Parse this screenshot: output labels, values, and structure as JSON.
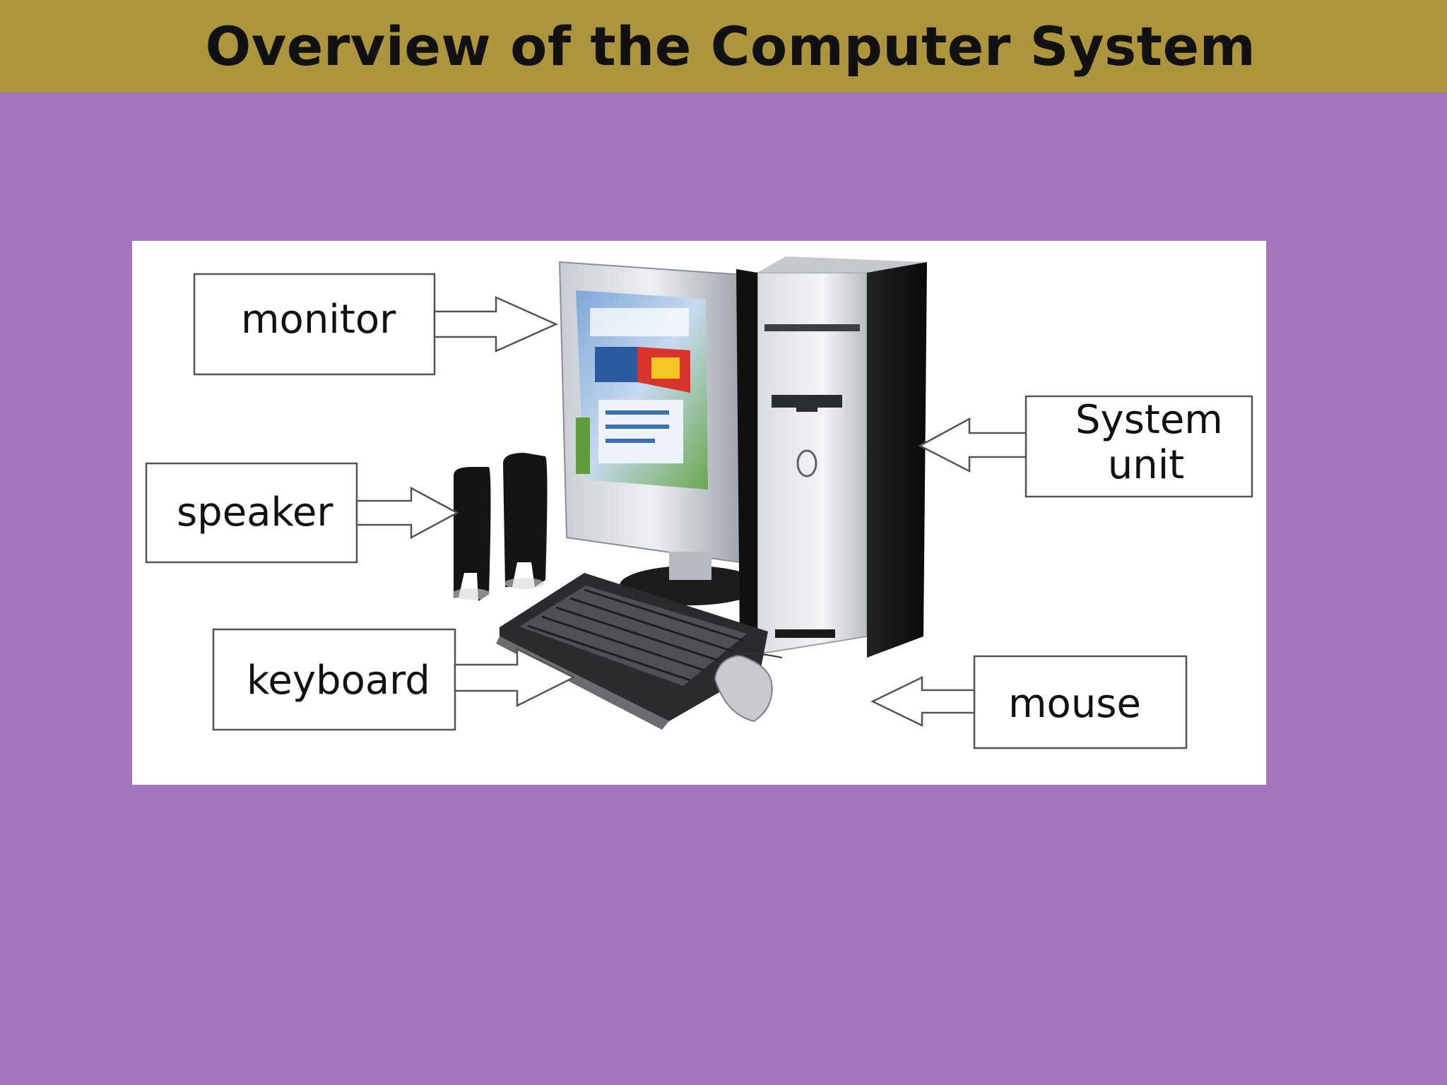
{
  "title": "Overview of the Computer System",
  "colors": {
    "title_band": "#ad953d",
    "background": "#a476bc",
    "figure_background": "#ffffff",
    "callout_border": "#555555"
  },
  "labels": {
    "monitor": "monitor",
    "speaker": "speaker",
    "keyboard": "keyboard",
    "system_unit_line1": "System",
    "system_unit_line2": "unit",
    "mouse": "mouse"
  }
}
